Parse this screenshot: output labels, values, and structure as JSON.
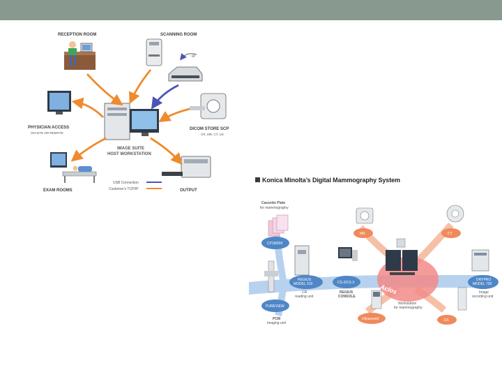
{
  "slide": {
    "accent_color": "#889a8f"
  },
  "left_diagram": {
    "labels": {
      "reception": "RECEPTION ROOM",
      "scanning": "SCANNING ROOM",
      "or": "or",
      "physician": "PHYSICIAN ACCESS",
      "physician_sub": "ON-SITE OR REMOTE",
      "dicom": "DICOM STORE SCP",
      "dicom_sub": "CR, MR, CT, US",
      "host_line1": "IMAGE SUITE",
      "host_line2": "HOST WORKSTATION",
      "exam": "EXAM ROOMS",
      "output": "OUTPUT",
      "legend_usb": "USB Connection",
      "legend_tcp": "Customer's TCP/IP"
    },
    "colors": {
      "tcp_arrow": "#ef8a2d",
      "usb_arrow": "#4a55b8"
    }
  },
  "right_diagram": {
    "title": "Konica Minolta’s Digital Mammography System",
    "labels": {
      "cassette_line1": "Cassette Plate",
      "cassette_line2": "for mammography",
      "cr_node": "CP1M200",
      "mr": "MR",
      "ct": "CT",
      "regius_line1": "REGIUS",
      "regius_line2": "MODEL 210",
      "cr_reading_line1": "CR",
      "cr_reading_line2": "reading unit",
      "console_node": "CS-2/CS-3",
      "console_line1": "REGIUS",
      "console_line2": "CONSOLE",
      "aclos": "Aclos",
      "workstation_line1": "Workstation",
      "workstation_line2": "for mammography",
      "drypro_line1": "DRYPRO",
      "drypro_line2": "MODEL 793",
      "image_rec_line1": "Image",
      "image_rec_line2": "recording unit",
      "pcm_node": "PUREVIEW",
      "pcm_line1": "PCM",
      "pcm_line2": "imaging unit",
      "ultrasound": "Ultrasound",
      "es": "ES"
    },
    "colors": {
      "node_blue": "#4f86c6",
      "node_orange": "#ef8a5c",
      "highlight_pink": "#f28b88"
    }
  }
}
